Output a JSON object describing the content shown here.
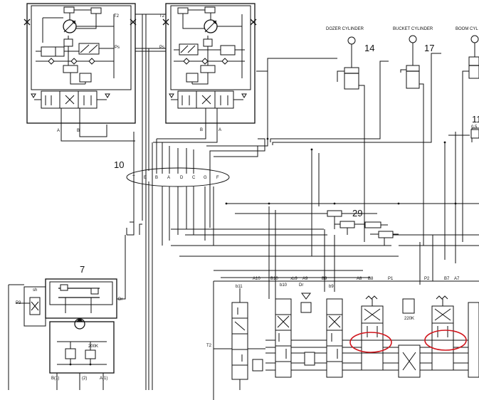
{
  "labels": {
    "dozer_cylinder": "DOZER CYLINDER",
    "bucket_cylinder": "BUCKET CYLINDER",
    "boom_cylinder": "BOOM CYL",
    "num_14": "14",
    "num_17": "17",
    "num_11": "11",
    "num_10": "10",
    "num_29": "29",
    "num_7": "7",
    "t2_left": "T2",
    "t2_right": "T2",
    "t2_lower": "T2",
    "ps_left": "Ps",
    "ps_right": "Ps",
    "a_left": "A",
    "b_left": "B",
    "b_right": "B",
    "a_right": "A",
    "dr_lower": "Dr",
    "dr_mid": "Dr",
    "p3": "P3",
    "sh": "sh",
    "val_200k": "200K",
    "val_220k": "220K",
    "val_05": "0.5",
    "ports": [
      "A10",
      "B10",
      "xb9",
      "A9",
      "B9",
      "A8",
      "B8",
      "P1",
      "P2",
      "B7",
      "A7"
    ],
    "b11": "b11",
    "b10_small": "b10",
    "b9_small": "b9",
    "swivel": [
      "T",
      "E",
      "B",
      "A",
      "D",
      "C",
      "G",
      "F"
    ],
    "bottom_ports": [
      "B(1)",
      "(2)",
      "A(1)"
    ]
  }
}
